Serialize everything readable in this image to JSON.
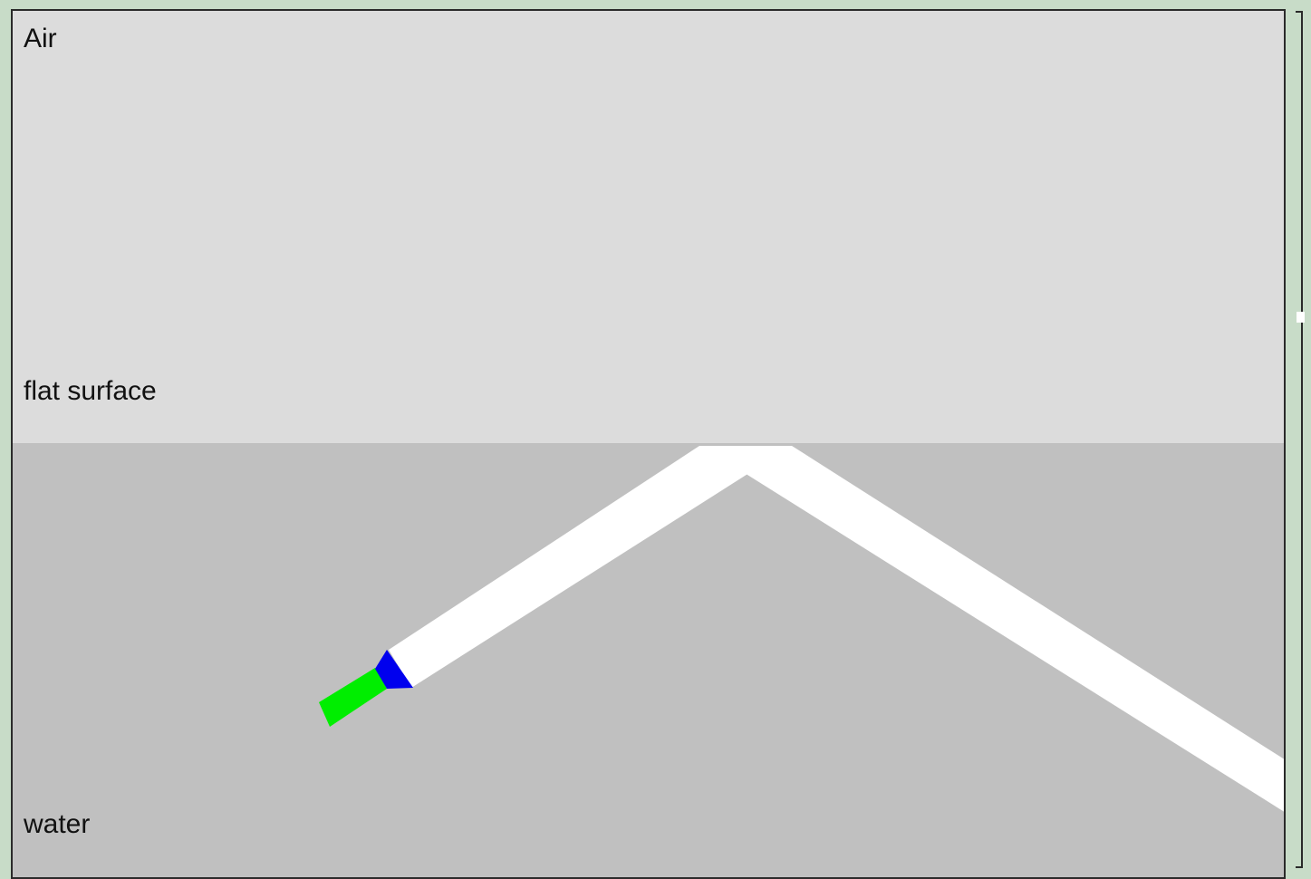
{
  "labels": {
    "top_medium": "Air",
    "interface": "flat surface",
    "bottom_medium": "water"
  },
  "colors": {
    "background": "#c8dcc8",
    "air": "#dcdcdc",
    "water": "#c0c0c0",
    "beam": "#ffffff",
    "laser_body": "#00ee00",
    "laser_head": "#0000ee"
  },
  "icons": {
    "laser": "laser-pointer-icon"
  }
}
